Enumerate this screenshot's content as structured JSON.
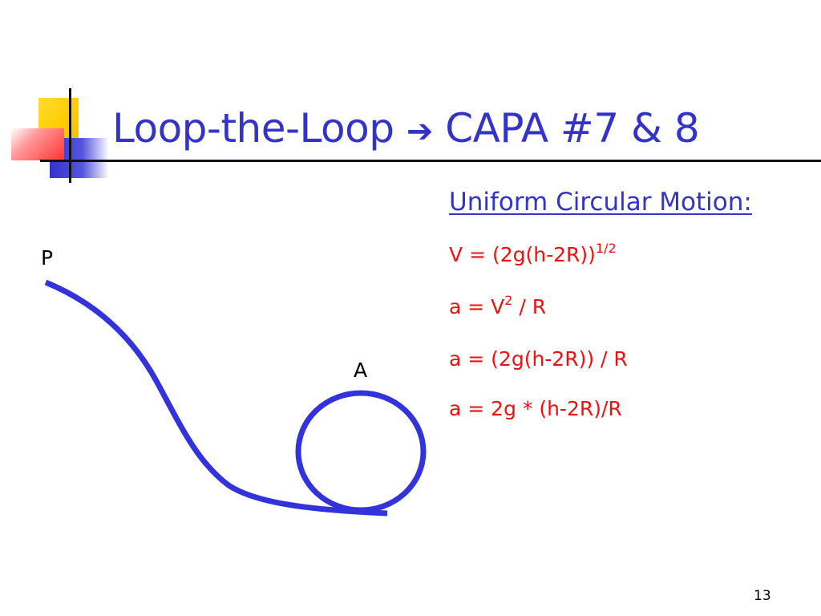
{
  "slide": {
    "title": {
      "main": "Loop-the-Loop",
      "arrow": "➔",
      "rest": "CAPA #7 & 8"
    },
    "section_heading": "Uniform Circular Motion:",
    "formulas": [
      {
        "base": "V = (2g(h-2R))",
        "sup": "1/2",
        "tail": ""
      },
      {
        "base": "a = V",
        "sup": "2",
        "tail": " / R"
      },
      {
        "base": "a = (2g(h-2R)) / R",
        "sup": "",
        "tail": ""
      },
      {
        "base": "a = 2g * (h-2R)/R",
        "sup": "",
        "tail": ""
      }
    ],
    "diagram": {
      "point_p": "P",
      "point_a": "A"
    },
    "page_number": "13"
  },
  "colors": {
    "title": "#3333cc",
    "formula": "#ee1111",
    "track": "#3333dd",
    "deco_yellow": "#ffcc00",
    "deco_red": "#ff3333",
    "deco_blue": "#3333cc"
  }
}
